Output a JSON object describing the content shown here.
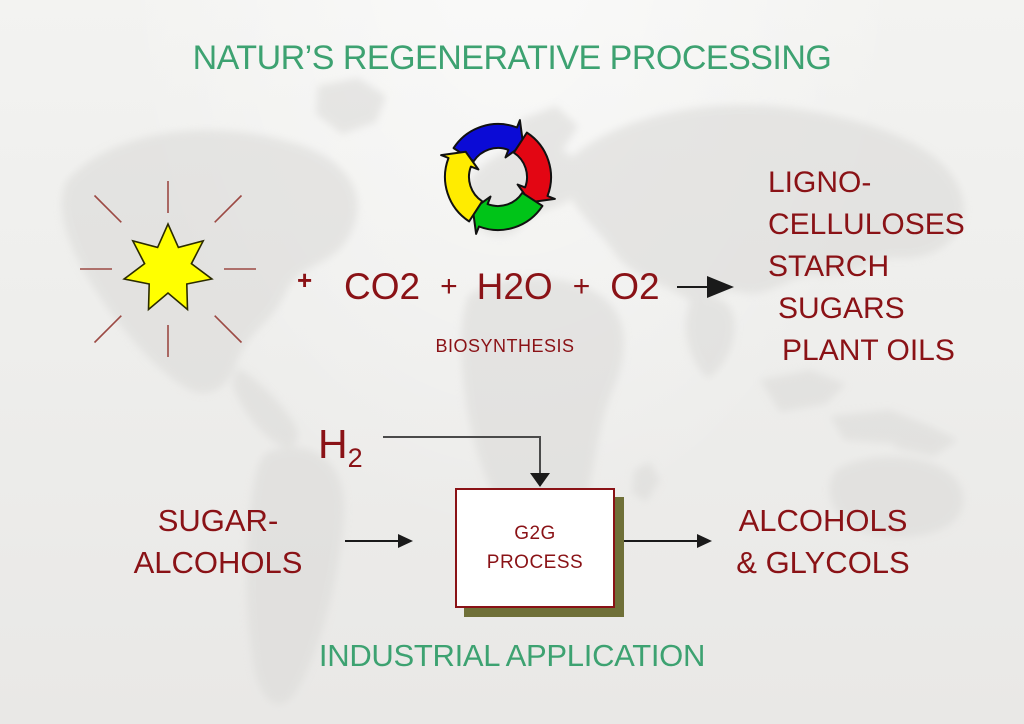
{
  "title": "NATUR’S REGENERATIVE PROCESSING",
  "biosynthesis": {
    "plus_prefix": "+",
    "term_co2": "CO2",
    "plus_1": "+",
    "term_h2o": "H2O",
    "plus_2": "+",
    "term_o2": "O2",
    "label": "BIOSYNTHESIS",
    "products": [
      "LIGNO-",
      "CELLULOSES",
      "STARCH",
      "SUGARS",
      "PLANT OILS"
    ]
  },
  "industrial": {
    "hydrogen_symbol": "H",
    "hydrogen_subscript": "2",
    "input_line1": "SUGAR-",
    "input_line2": "ALCOHOLS",
    "box_line1": "G2G",
    "box_line2": "PROCESS",
    "output_line1": "ALCOHOLS",
    "output_line2": "& GLYCOLS",
    "footer": "INDUSTRIAL APPLICATION"
  },
  "icons": {
    "sun": "sun-icon",
    "cycle": "recycle-cycle-icon",
    "arrows": "right-arrow-icon"
  },
  "colors": {
    "heading_green": "#3da271",
    "maroon_text": "#8a1216",
    "sun_fill": "#ffff00",
    "sun_outline": "#2b2b00",
    "ray_red": "#9c4a44",
    "cycle_blue": "#0b0bd6",
    "cycle_red": "#e30613",
    "cycle_green": "#00c418",
    "cycle_yellow": "#ffec00",
    "box_shadow_olive": "#6f7038",
    "arrow_black": "#1a1a1a",
    "connector_gray": "#4a4a4a",
    "background": "#eeeeec",
    "map_gray": "#dcdbd9"
  }
}
